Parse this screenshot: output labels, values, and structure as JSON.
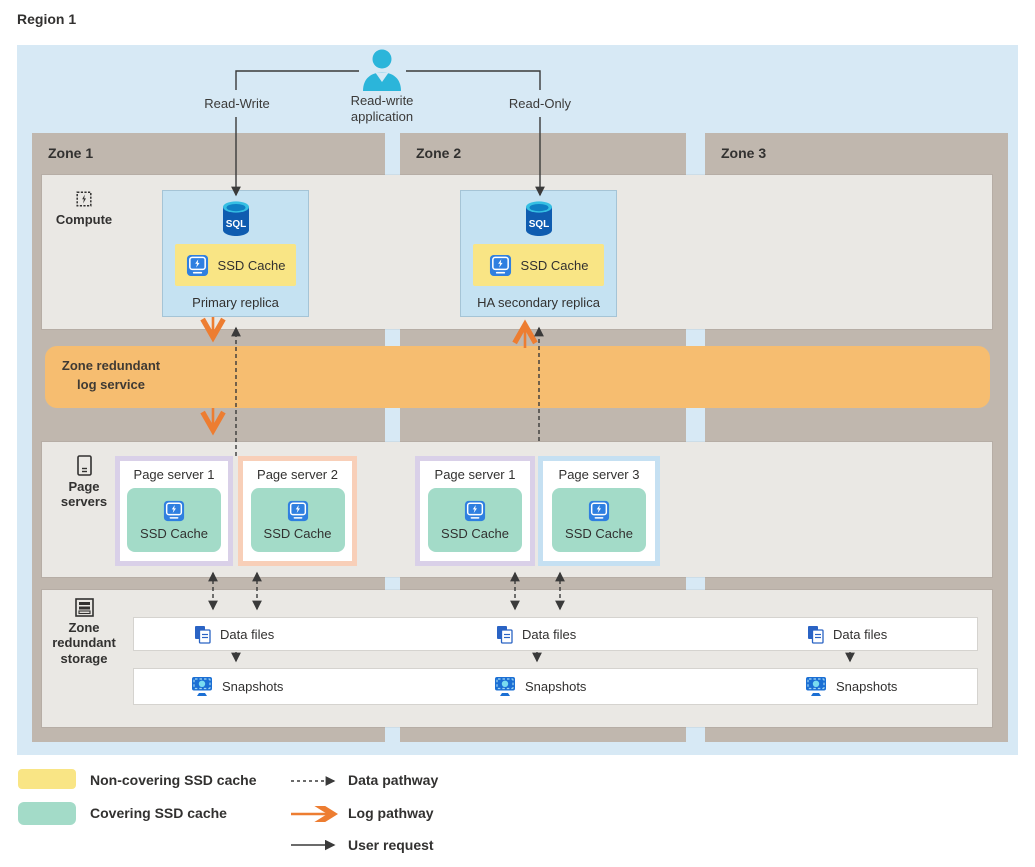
{
  "title": {
    "region_label": "Region 1"
  },
  "application": {
    "name_line1": "Read-write",
    "name_line2": "application",
    "read_write_label": "Read-Write",
    "read_only_label": "Read-Only"
  },
  "zones": [
    {
      "label": "Zone 1"
    },
    {
      "label": "Zone 2"
    },
    {
      "label": "Zone 3"
    }
  ],
  "rows": {
    "compute_label": "Compute",
    "log_line1": "Zone redundant",
    "log_line2": "log service",
    "page_servers_line1": "Page",
    "page_servers_line2": "servers",
    "storage_line1": "Zone",
    "storage_line2": "redundant",
    "storage_line3": "storage"
  },
  "compute": {
    "sql_icon_text": "SQL",
    "primary": {
      "name": "Primary replica",
      "cache_label": "SSD Cache"
    },
    "secondary": {
      "name": "HA secondary replica",
      "cache_label": "SSD Cache"
    }
  },
  "page_servers": [
    {
      "zone": "Zone 1",
      "label": "Page server 1",
      "cache_label": "SSD Cache",
      "border_color": "#d9d0e8"
    },
    {
      "zone": "Zone 1",
      "label": "Page server 2",
      "cache_label": "SSD Cache",
      "border_color": "#f8cfb8"
    },
    {
      "zone": "Zone 2",
      "label": "Page server 1",
      "cache_label": "SSD Cache",
      "border_color": "#d9d0e8"
    },
    {
      "zone": "Zone 2",
      "label": "Page server 3",
      "cache_label": "SSD Cache",
      "border_color": "#c5e0f2"
    }
  ],
  "storage": {
    "data_files_label": "Data files",
    "snapshots_label": "Snapshots"
  },
  "legend": {
    "non_covering": "Non-covering SSD cache",
    "covering": "Covering SSD cache",
    "data_pathway": "Data pathway",
    "log_pathway": "Log pathway",
    "user_request": "User request"
  },
  "colors": {
    "region_bg": "#d7e9f5",
    "zone_bg": "#c0b7ae",
    "band_bg": "#eae8e4",
    "log_band_bg": "#f6bd70",
    "replica_bg": "#c5e2f2",
    "non_covering_cache": "#f9e585",
    "covering_cache": "#a3dbc8",
    "log_arrow": "#ed7d31",
    "line": "#3a3a3a",
    "person_icon": "#2bb5da"
  }
}
